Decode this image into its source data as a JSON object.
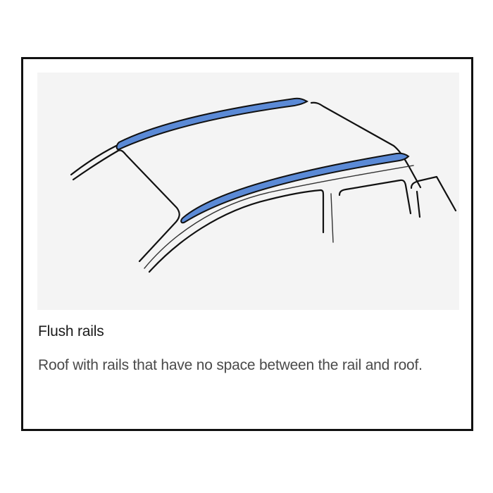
{
  "card": {
    "title": "Flush rails",
    "description": "Roof with rails that have no space between the rail and roof."
  },
  "illustration": {
    "subject": "car-roof-flush-rails",
    "rail_color": "#5b8ad6",
    "background_color": "#f4f4f4",
    "outline_color": "#111111"
  }
}
